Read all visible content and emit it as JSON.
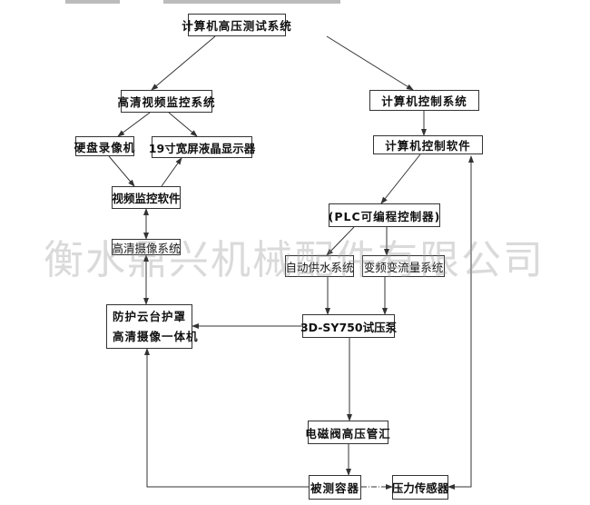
{
  "nodes": {
    "root": "计算机高压测试系统",
    "video_system": "高清视频监控系统",
    "computer_control_system": "计算机控制系统",
    "dvr": "硬盘录像机",
    "monitor": "19寸宽屏液晶显示器",
    "control_software": "计算机控制软件",
    "video_software": "视频监控软件",
    "plc": "(PLC可编程控制器)",
    "camera_system": "高清摄像系统",
    "water_supply": "自动供水系统",
    "vfd_system": "变频变流量系统",
    "camera_unit_line1": "防护云台护罩",
    "camera_unit_line2": "高清摄像一体机",
    "pump": "3D-SY750试压泵",
    "manifold": "电磁阀高压管汇",
    "vessel": "被测容器",
    "sensor": "压力传感器"
  },
  "watermark": "衡水鼎兴机械配件有限公司",
  "colors": {
    "line": "#333333",
    "border": "#333333"
  }
}
